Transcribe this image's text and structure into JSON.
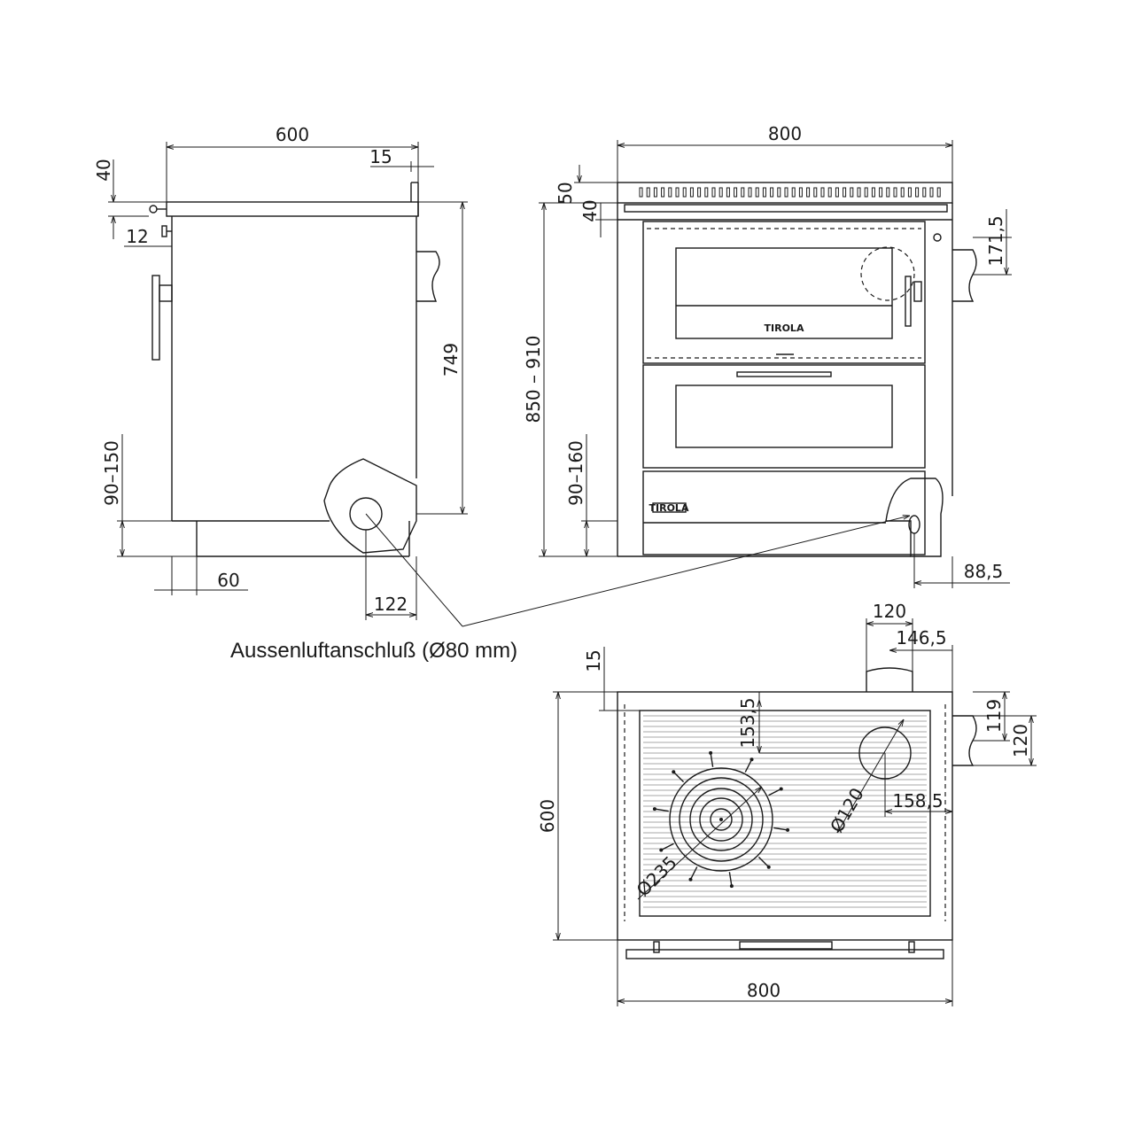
{
  "side_view": {
    "width": "600",
    "top_lip": "15",
    "top_height": "40",
    "handle_offset": "12",
    "height": "749",
    "leg_range": "90–150",
    "foot_offset": "60",
    "outlet_offset": "122"
  },
  "front_view": {
    "width": "800",
    "vent_height": "50",
    "top_height": "40",
    "total_height": "850 – 910",
    "leg_range": "90–160",
    "flue_height": "171,5",
    "outlet_offset": "88,5",
    "brand": "TIROLA"
  },
  "top_view": {
    "flue_width": "120",
    "flue_offset": "146,5",
    "top_margin": "15",
    "depth": "600",
    "hotplate_y": "153,5",
    "side_flue_a": "119",
    "side_flue_b": "120",
    "flue_x": "158,5",
    "flue_diameter": "Ø120",
    "hotplate_diameter": "Ø235",
    "width": "800"
  },
  "annotation": "Aussenluftanschluß (Ø80 mm)"
}
